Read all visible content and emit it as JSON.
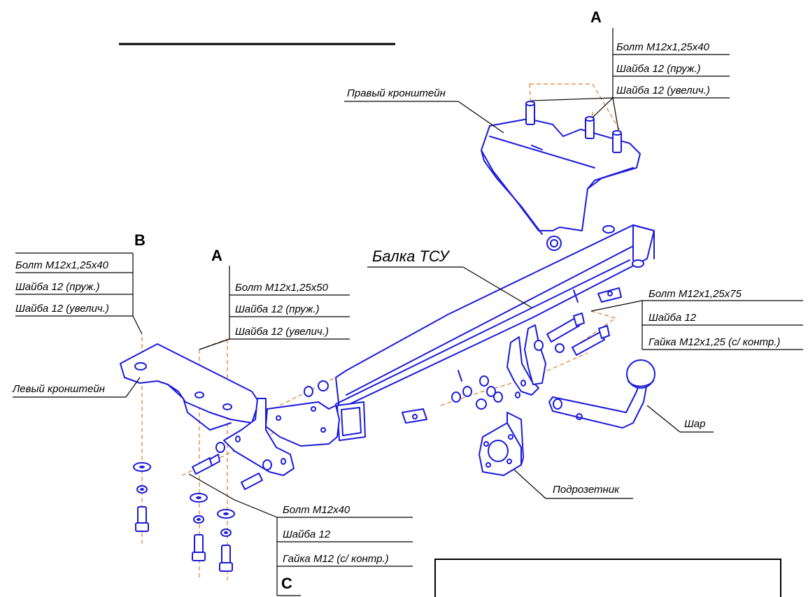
{
  "callouts": {
    "A_right": {
      "letter": "A",
      "items": [
        "Болт М12х1,25х40",
        "Шайба 12 (пруж.)",
        "Шайба 12 (увелич.)"
      ]
    },
    "B": {
      "letter": "B",
      "items": [
        "Болт М12х1,25х40",
        "Шайба 12 (пруж.)",
        "Шайба 12 (увелич.)"
      ]
    },
    "A_left": {
      "letter": "A",
      "items": [
        "Болт М12х1,25х50",
        "Шайба 12 (пруж.)",
        "Шайба 12 (увелич.)"
      ]
    },
    "ball_bolts": {
      "items": [
        "Болт М12х1,25х75",
        "Шайба 12",
        "Гайка М12х1,25 (с/ контр.)"
      ]
    },
    "C": {
      "letter": "C",
      "items": [
        "Болт М12х40",
        "Шайба 12",
        "Гайка М12 (с/ контр.)"
      ]
    }
  },
  "parts": {
    "right_bracket": "Правый кронштейн",
    "left_bracket": "Левый кронштейн",
    "beam": "Балка ТСУ",
    "ball": "Шар",
    "socket_plate": "Подрозетник"
  },
  "colors": {
    "part_stroke": "#1a1adc",
    "axis_dash": "#e07b2a",
    "ink": "#000000"
  }
}
